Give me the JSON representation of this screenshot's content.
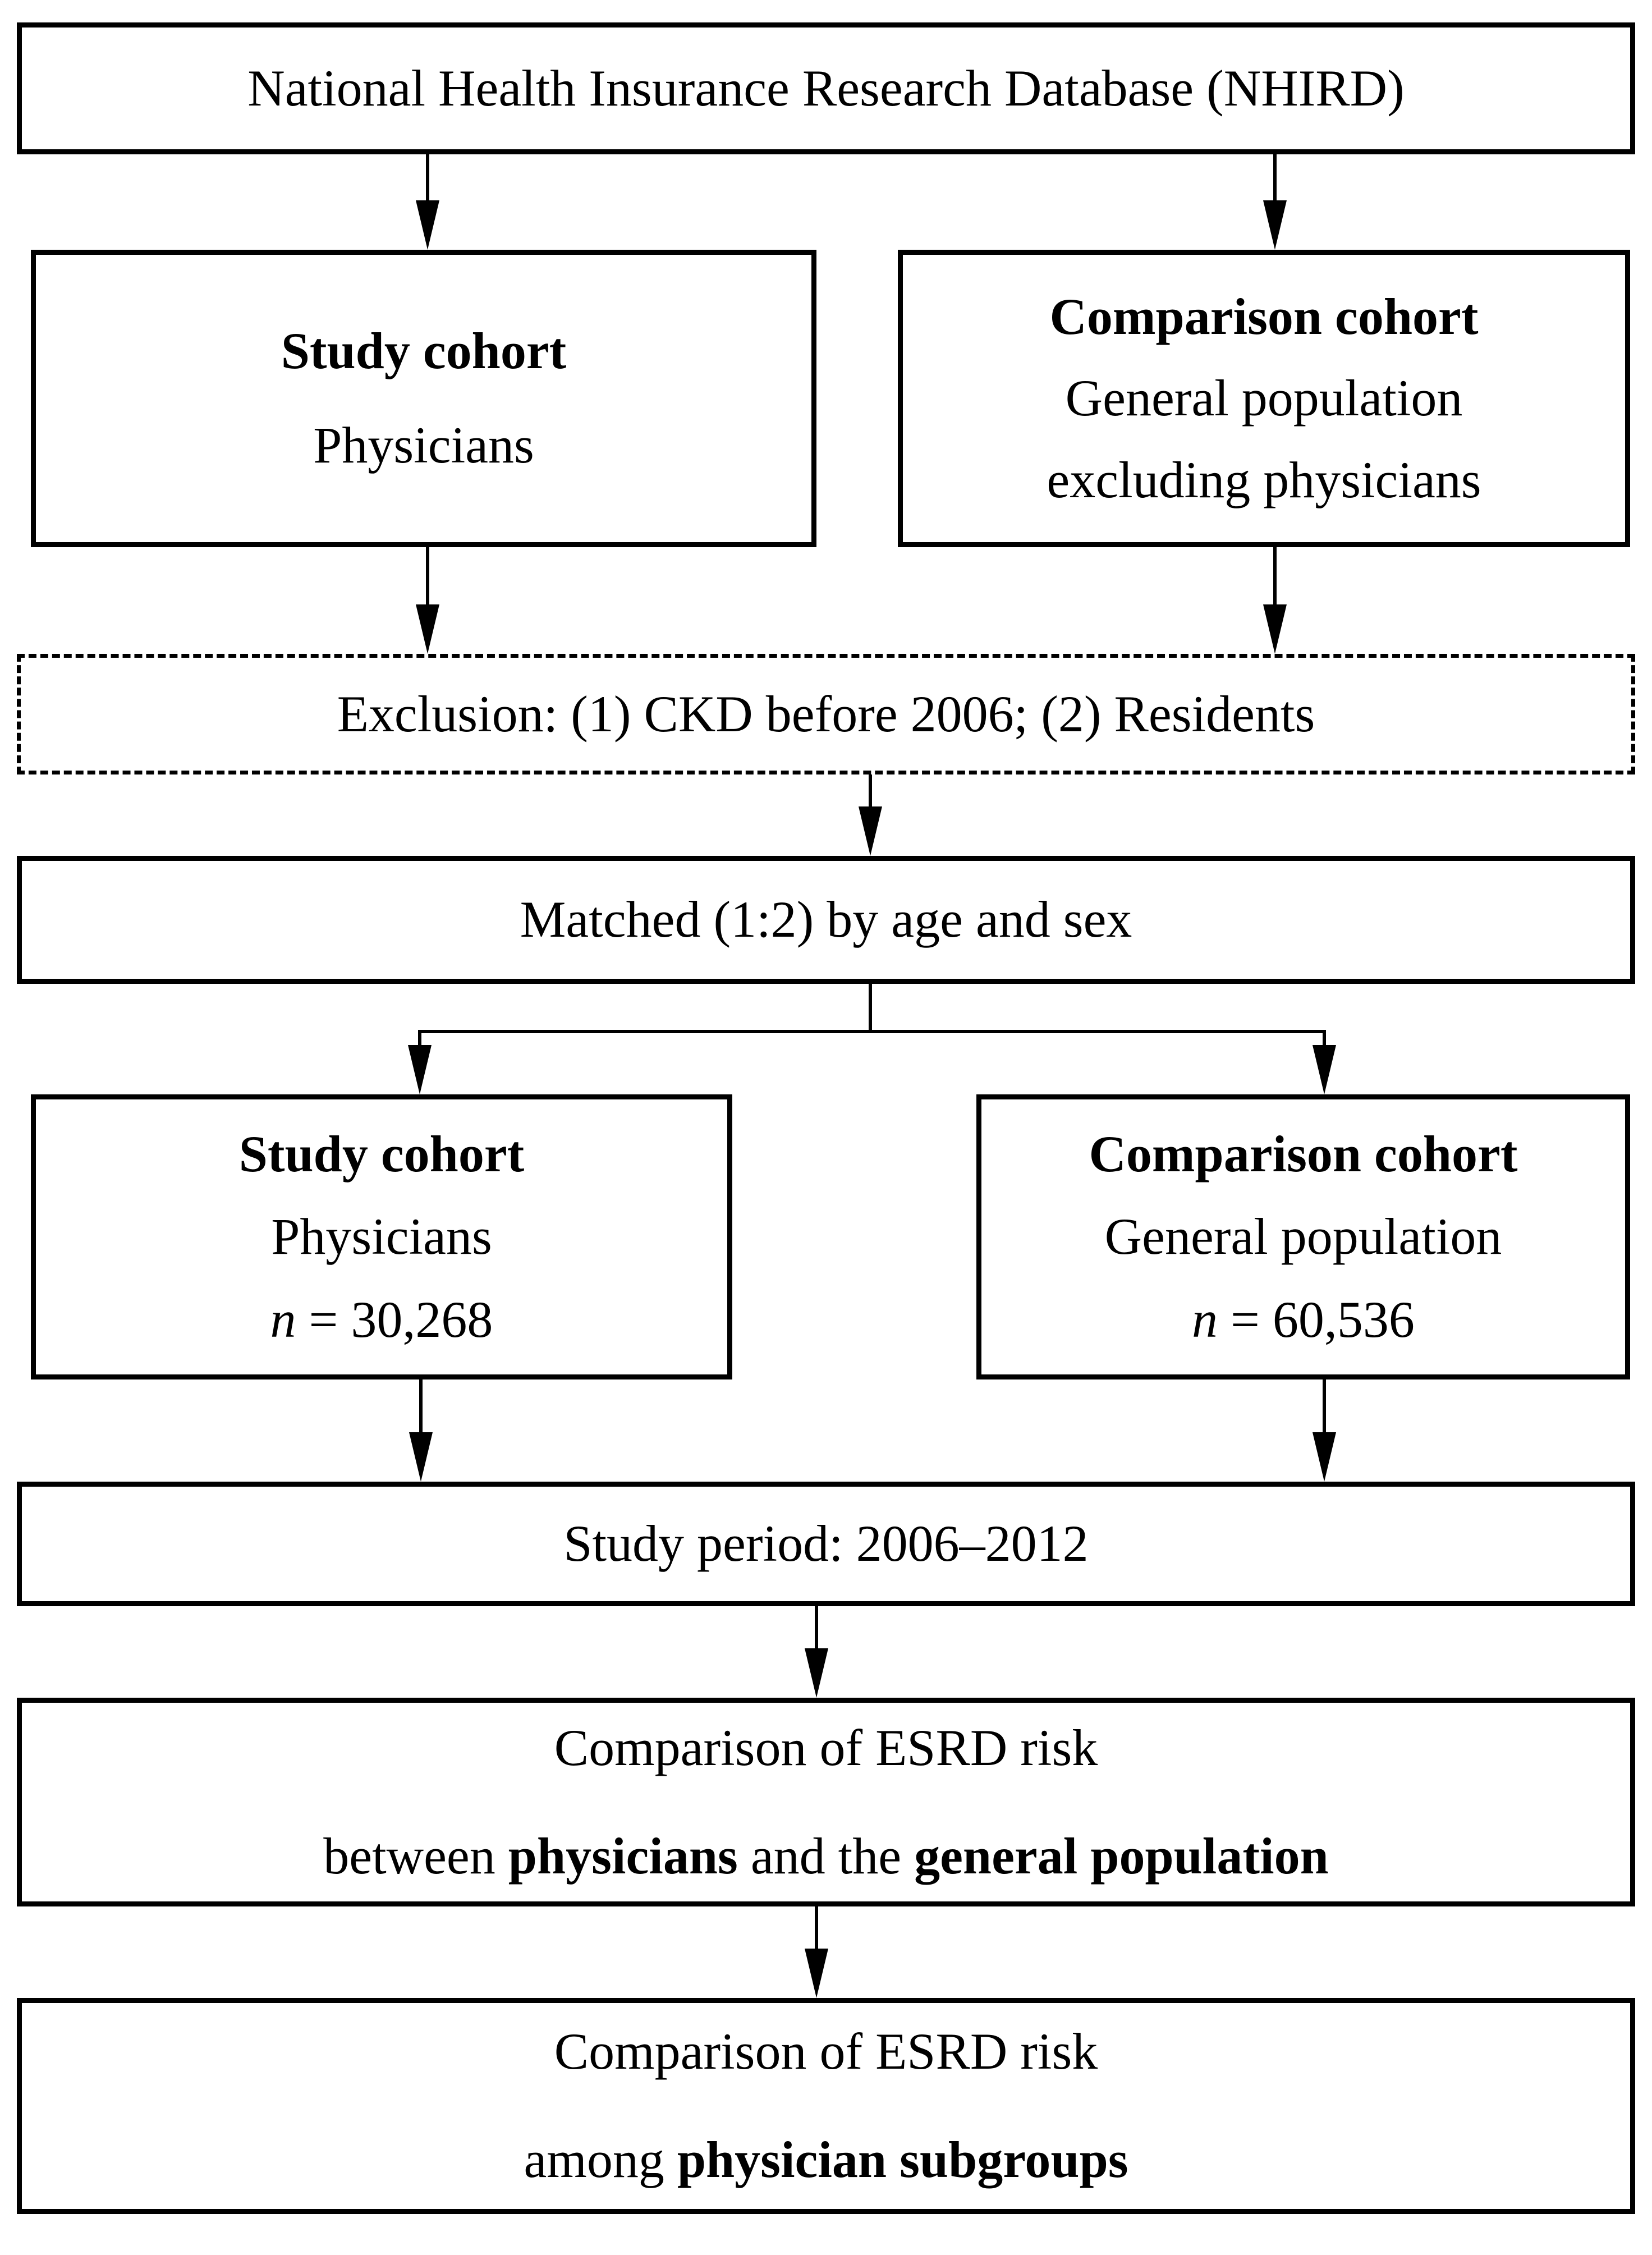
{
  "page": {
    "background": "#ffffff",
    "ink": "#000000"
  },
  "flowchart": {
    "nhird": {
      "text": "National Health Insurance Research Database (NHIRD)"
    },
    "study_cohort_initial": {
      "title": "Study cohort",
      "subtitle": "Physicians"
    },
    "comparison_cohort_initial": {
      "title": "Comparison cohort",
      "subtitle": "General population",
      "subtitle2": "excluding physicians"
    },
    "exclusion": {
      "text": "Exclusion: (1) CKD before 2006; (2) Residents"
    },
    "matched": {
      "text": "Matched (1:2) by age and sex"
    },
    "study_cohort_matched": {
      "title": "Study cohort",
      "subtitle": "Physicians",
      "n_italic": "n",
      "n_value": " = 30,268"
    },
    "comparison_cohort_matched": {
      "title": "Comparison cohort",
      "subtitle": "General population",
      "n_italic": "n",
      "n_value": " = 60,536"
    },
    "study_period": {
      "text": "Study period: 2006–2012"
    },
    "esrd_overall": {
      "line1": "Comparison of ESRD risk",
      "line2_pre": "between ",
      "line2_bold1": "physicians",
      "line2_mid": " and the ",
      "line2_bold2": "general population"
    },
    "esrd_subgroups": {
      "line1": "Comparison of ESRD risk",
      "line2_pre": "among ",
      "line2_bold1": "physician subgroups"
    }
  }
}
